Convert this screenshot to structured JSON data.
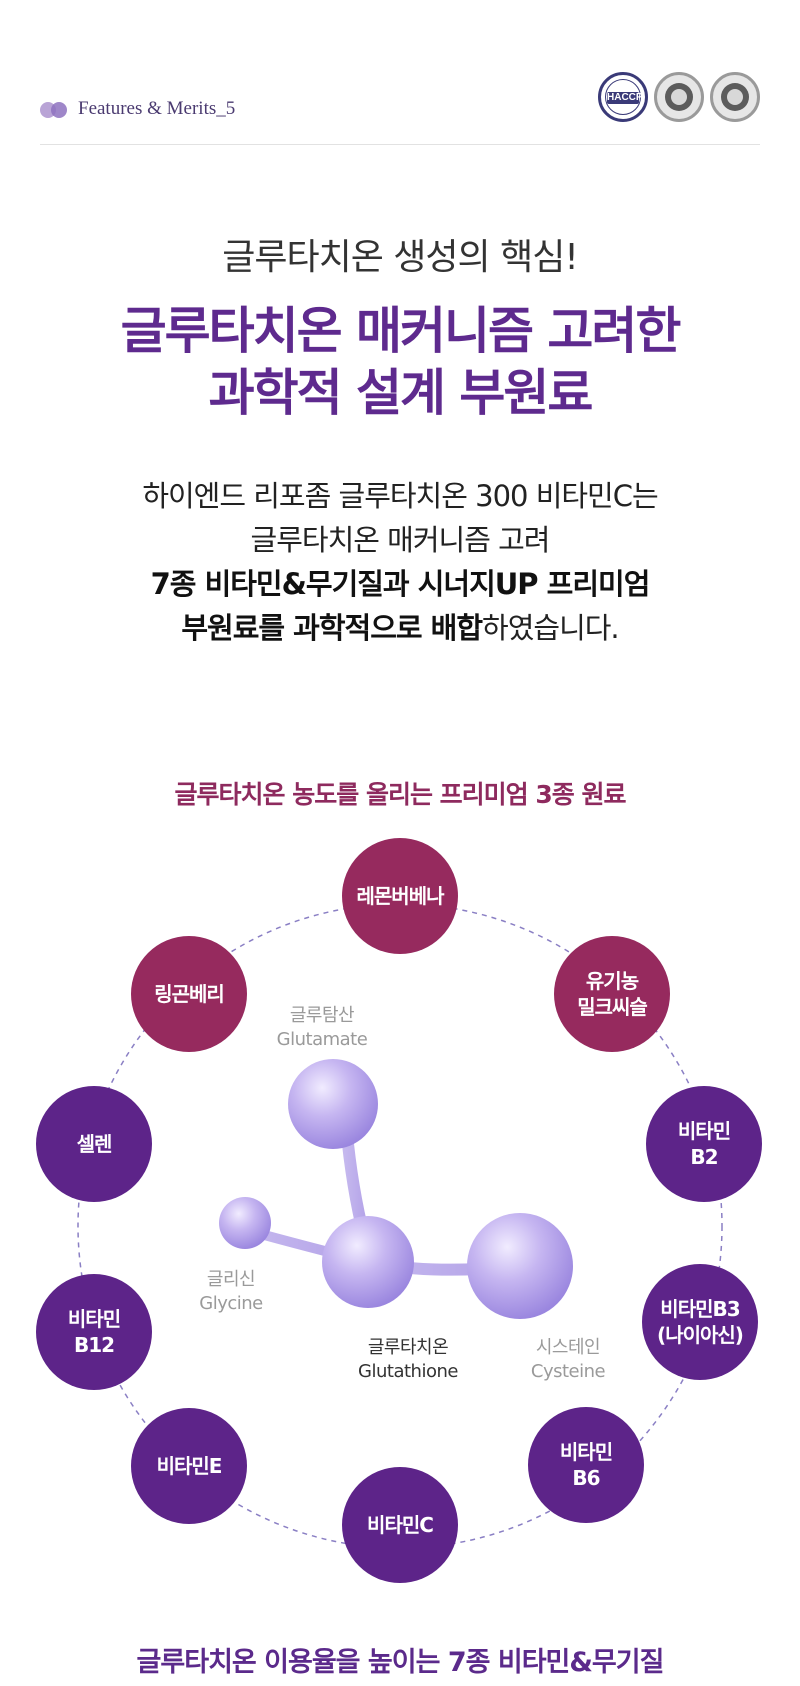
{
  "header": {
    "section_label": "Features & Merits_5",
    "badges": [
      {
        "icon": "haccp-certification-badge",
        "text": "HACCP"
      },
      {
        "icon": "certification-seal-badge"
      },
      {
        "icon": "additive-free-seal-badge"
      }
    ]
  },
  "headline": {
    "sub": "글루타치온 생성의 핵심!",
    "line1": "글루타치온 매커니즘 고려한",
    "line2": "과학적 설계 부원료"
  },
  "body": {
    "line1": "하이엔드 리포좀 글루타치온 300 비타민C는",
    "line2": "글루타치온 매커니즘 고려",
    "line3": "7종 비타민&무기질과 시너지UP 프리미엄",
    "line4_bold": "부원료를 과학적으로 배합",
    "line4_rest": "하였습니다."
  },
  "diagram": {
    "premium_title": "글루타치온 농도를 올리는 프리미엄 3종 원료",
    "premium_ingredients": [
      {
        "line1": "레몬버베나",
        "line2": ""
      },
      {
        "line1": "유기농",
        "line2": "밀크씨슬"
      },
      {
        "line1": "링곤베리",
        "line2": ""
      }
    ],
    "vitamins": [
      {
        "line1": "비타민",
        "line2": "B2"
      },
      {
        "line1": "비타민B3",
        "line2": "(나이아신)"
      },
      {
        "line1": "비타민",
        "line2": "B6"
      },
      {
        "line1": "비타민C",
        "line2": ""
      },
      {
        "line1": "비타민E",
        "line2": ""
      },
      {
        "line1": "비타민",
        "line2": "B12"
      },
      {
        "line1": "셀렌",
        "line2": ""
      }
    ],
    "molecule": {
      "glutamate_ko": "글루탐산",
      "glutamate_en": "Glutamate",
      "glycine_ko": "글리신",
      "glycine_en": "Glycine",
      "glutathione_ko": "글루타치온",
      "glutathione_en": "Glutathione",
      "cysteine_ko": "시스테인",
      "cysteine_en": "Cysteine"
    },
    "bottom_title": "글루타치온 이용율을 높이는 7종 비타민&무기질"
  },
  "colors": {
    "accent_purple": "#5d2489",
    "accent_pink": "#962a5e",
    "molecule_lavender": "#b9a8ec"
  }
}
